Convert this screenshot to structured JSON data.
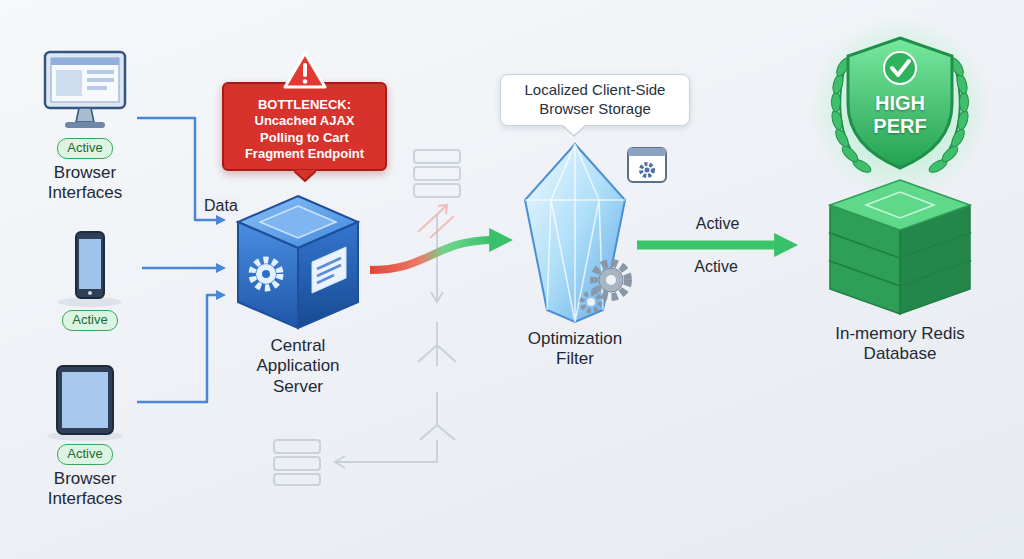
{
  "diagram": {
    "nodes": [
      {
        "text": [
          "Active",
          "Browser Interfaces"
        ]
      },
      {
        "text": [
          "Active"
        ]
      },
      {
        "text": [
          "Active",
          "Browser Interfaces"
        ]
      },
      {
        "text": [
          "Central Application Server"
        ]
      },
      {
        "text": [
          "BOTTLENECK: Uncached AJAX Polling to Cart Fragment Endpoint"
        ]
      },
      {
        "text": [
          "Localized Client-Side Browser Storage"
        ]
      },
      {
        "text": [
          "Optimization Filter"
        ]
      },
      {
        "text": [
          "In-memory Redis Database"
        ]
      },
      {
        "text": [
          "HIGH PERF"
        ],
        "in": 7
      }
    ],
    "edges": [
      {
        "from": 0,
        "to": 3,
        "arrow": "to"
      },
      {
        "from": 1,
        "to": 3,
        "arrow": "to"
      },
      {
        "from": 2,
        "to": 3,
        "arrow": "to"
      },
      {
        "from": 3,
        "to": 6,
        "arrow": "to"
      },
      {
        "from": 6,
        "to": 7,
        "arrow": "to",
        "label": "Active"
      }
    ],
    "labels": [
      "Data",
      "Active"
    ]
  }
}
